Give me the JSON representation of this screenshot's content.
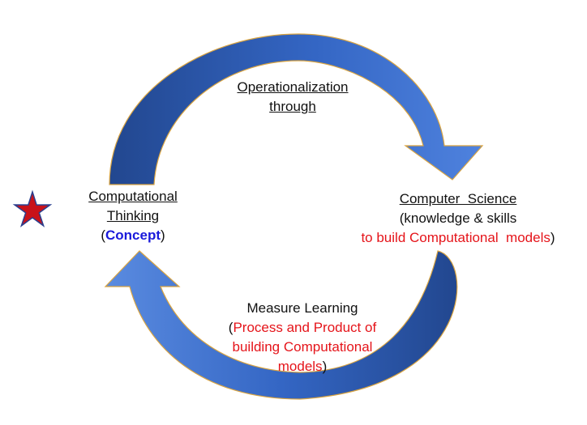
{
  "top_label": {
    "line1": "Operationalization",
    "line2": "through"
  },
  "left_label": {
    "line1": "Computational",
    "line2": "Thinking",
    "paren_open": "(",
    "concept": "Concept",
    "paren_close": ")"
  },
  "right_label": {
    "line1": "Computer  Science",
    "line2": "(knowledge & skills",
    "line3_red": "to build Computational  models",
    "line3_close": ")"
  },
  "bottom_label": {
    "line1": "Measure Learning",
    "line2_open": "(",
    "line2_red": "Process and Product of",
    "line3_red": "building Computational",
    "line4_red": "models",
    "line4_close": ")"
  },
  "icons": {
    "marker": "star-icon"
  },
  "colors": {
    "arrow_dark": "#22478f",
    "arrow_mid": "#3466c4",
    "arrow_light": "#5a8be0",
    "arrow_outline": "#d9a441",
    "star_fill": "#c8121a",
    "star_outline": "#2a3f8f",
    "concept_text": "#1a1adb",
    "red_text": "#e5141a"
  }
}
